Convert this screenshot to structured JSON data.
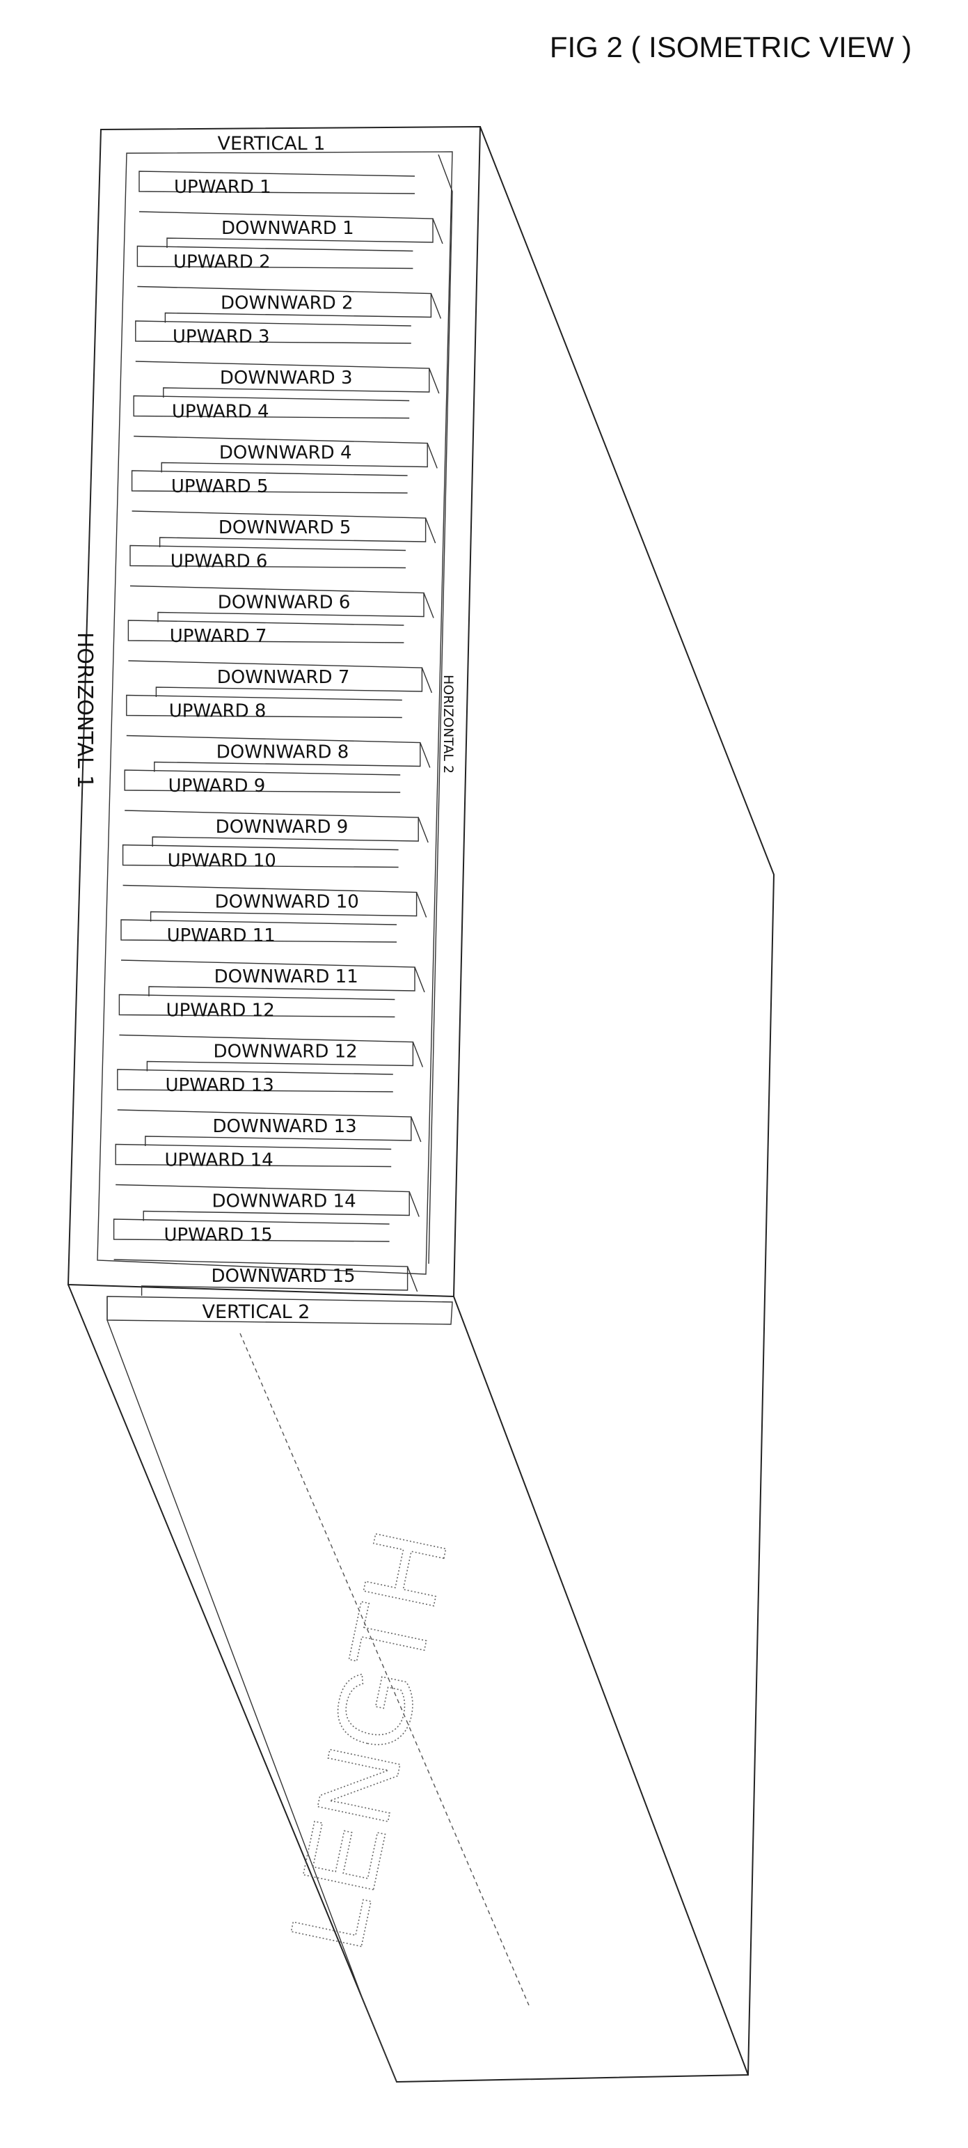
{
  "figure": {
    "title": "FIG 2 ( ISOMETRIC VIEW )",
    "labels": {
      "vertical_1": "VERTICAL 1",
      "vertical_2": "VERTICAL 2",
      "horizontal_1": "HORIZONTAL 1",
      "horizontal_2": "HORIZONTAL 2",
      "length": "LENGTH"
    },
    "baffles": [
      {
        "upward": "UPWARD 1",
        "downward": "DOWNWARD 1"
      },
      {
        "upward": "UPWARD 2",
        "downward": "DOWNWARD 2"
      },
      {
        "upward": "UPWARD 3",
        "downward": "DOWNWARD 3"
      },
      {
        "upward": "UPWARD 4",
        "downward": "DOWNWARD 4"
      },
      {
        "upward": "UPWARD 5",
        "downward": "DOWNWARD 5"
      },
      {
        "upward": "UPWARD 6",
        "downward": "DOWNWARD 6"
      },
      {
        "upward": "UPWARD 7",
        "downward": "DOWNWARD 7"
      },
      {
        "upward": "UPWARD 8",
        "downward": "DOWNWARD 8"
      },
      {
        "upward": "UPWARD 9",
        "downward": "DOWNWARD 9"
      },
      {
        "upward": "UPWARD 10",
        "downward": "DOWNWARD 10"
      },
      {
        "upward": "UPWARD 11",
        "downward": "DOWNWARD 11"
      },
      {
        "upward": "UPWARD 12",
        "downward": "DOWNWARD 12"
      },
      {
        "upward": "UPWARD 13",
        "downward": "DOWNWARD 13"
      },
      {
        "upward": "UPWARD 14",
        "downward": "DOWNWARD 14"
      },
      {
        "upward": "UPWARD 15",
        "downward": "DOWNWARD 15"
      }
    ]
  }
}
